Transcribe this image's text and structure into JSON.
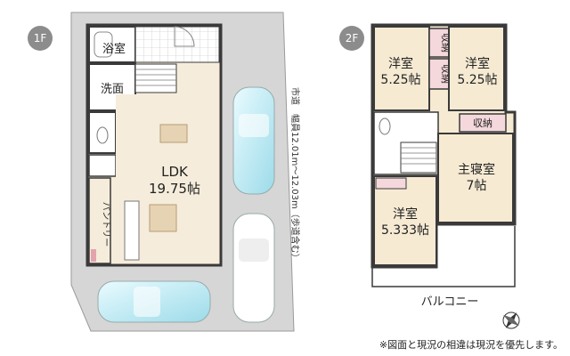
{
  "floor1": {
    "label": "1F",
    "rooms": {
      "bath": "浴室",
      "washroom": "洗面",
      "ldk_name": "LDK",
      "ldk_size": "19.75帖",
      "pantry": "パントリー"
    },
    "street_label": "市道　幅員12.01m～12.03m（歩道含む）"
  },
  "floor2": {
    "label": "2F",
    "rooms": {
      "west_room_name": "洋室",
      "west_room_size": "5.25帖",
      "east_room_name": "洋室",
      "east_room_size": "5.25帖",
      "master_name": "主寝室",
      "master_size": "7帖",
      "south_room_name": "洋室",
      "south_room_size": "5.333帖",
      "storage_1": "収納",
      "storage_2": "収納",
      "storage_3": "収納",
      "balcony": "バルコニー"
    }
  },
  "footer_note": "※図面と現況の相違は現況を優先します。",
  "colors": {
    "floor_tag": "#8c8c8c",
    "wall": "#3a3a3a",
    "lot": "#d9d9d9",
    "ldk_floor": "#f5ecdb",
    "room_floor": "#f6ead3",
    "wet_area": "#ffffff",
    "storage_fill": "#f4d8dc",
    "car": "#bfe9f2"
  },
  "icons": [
    "compass-icon",
    "car-icon",
    "stairs-icon",
    "bathtub-icon",
    "toilet-icon",
    "kitchen-icon"
  ]
}
